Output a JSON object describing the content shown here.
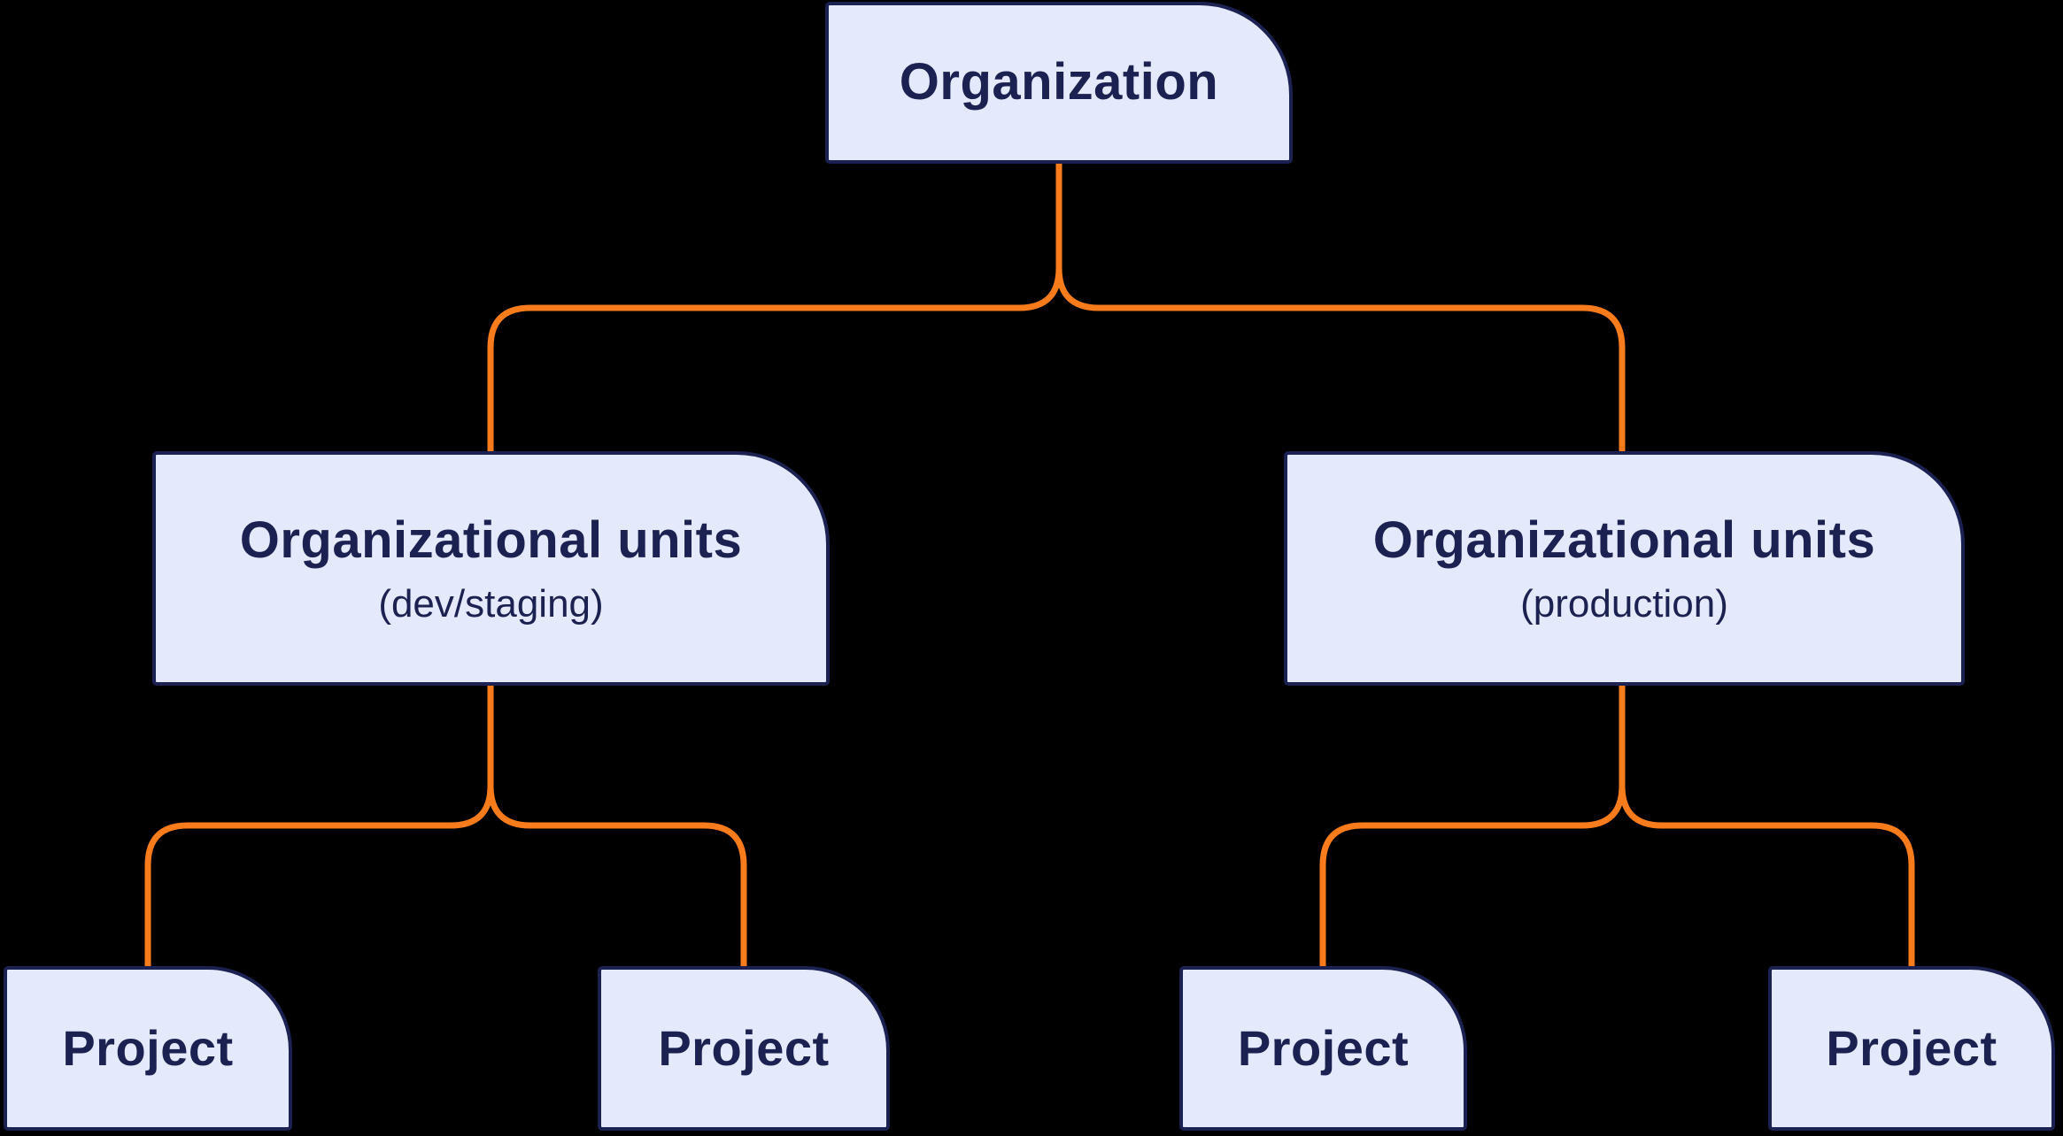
{
  "diagram": {
    "nodes": {
      "organization": {
        "label": "Organization"
      },
      "org_unit_dev": {
        "label": "Organizational units",
        "sublabel": "(dev/staging)"
      },
      "org_unit_prod": {
        "label": "Organizational units",
        "sublabel": "(production)"
      },
      "projects": [
        {
          "label": "Project"
        },
        {
          "label": "Project"
        },
        {
          "label": "Project"
        },
        {
          "label": "Project"
        }
      ]
    },
    "hierarchy": {
      "root": "Organization",
      "children": [
        {
          "name": "Organizational units (dev/staging)",
          "children": [
            "Project",
            "Project"
          ]
        },
        {
          "name": "Organizational units (production)",
          "children": [
            "Project",
            "Project"
          ]
        }
      ]
    },
    "colors": {
      "background": "#000000",
      "node_fill": "#E4E9FC",
      "node_border": "#1B2150",
      "node_text": "#1B2150",
      "connector": "#F97C1C"
    }
  }
}
